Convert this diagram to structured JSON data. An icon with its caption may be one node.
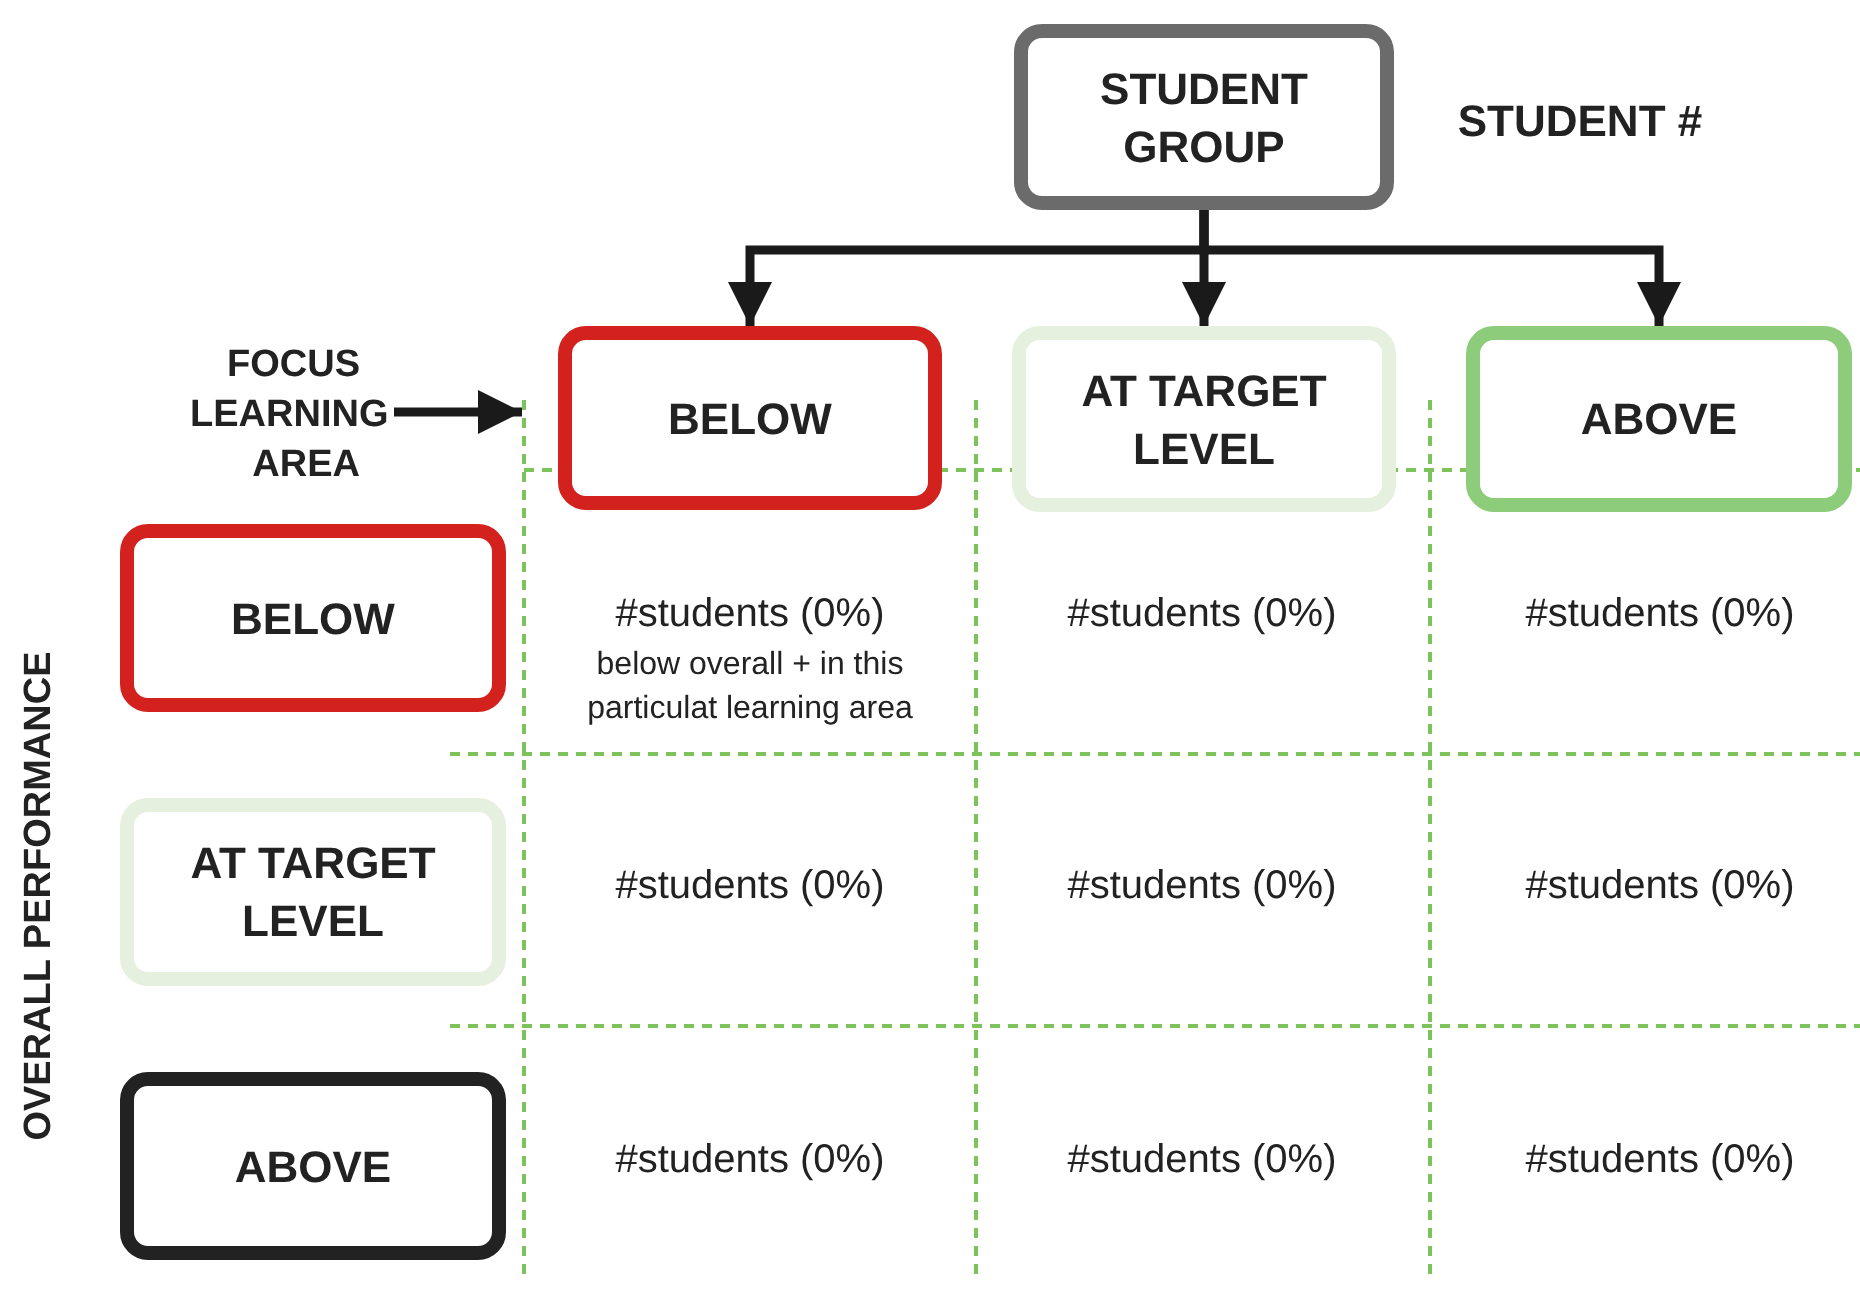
{
  "diagram": {
    "nodes": [
      {
        "text": [
          "STUDENT GROUP"
        ]
      },
      {
        "text": [
          "FOCUS LEARNING AREA"
        ]
      },
      {
        "text": [
          "BELOW"
        ]
      },
      {
        "text": [
          "AT TARGET LEVEL"
        ]
      },
      {
        "text": [
          "ABOVE"
        ]
      },
      {
        "text": [
          "BELOW"
        ]
      },
      {
        "text": [
          "AT TARGET LEVEL"
        ]
      },
      {
        "text": [
          "ABOVE"
        ]
      }
    ],
    "edges": [
      {
        "from": 0,
        "to": 2,
        "arrow": "to"
      },
      {
        "from": 0,
        "to": 3,
        "arrow": "to"
      },
      {
        "from": 0,
        "to": 4,
        "arrow": "to"
      },
      {
        "from": 1,
        "to": 2,
        "arrow": "to"
      }
    ],
    "labels": [
      "STUDENT #",
      "OVERALL PERFORMANCE",
      "#students (0%)",
      "below overall + in this particulat learning area",
      "#students (0%)",
      "#students (0%)",
      "#students (0%)",
      "#students (0%)",
      "#students (0%)",
      "#students (0%)",
      "#students (0%)",
      "#students (0%)"
    ]
  }
}
